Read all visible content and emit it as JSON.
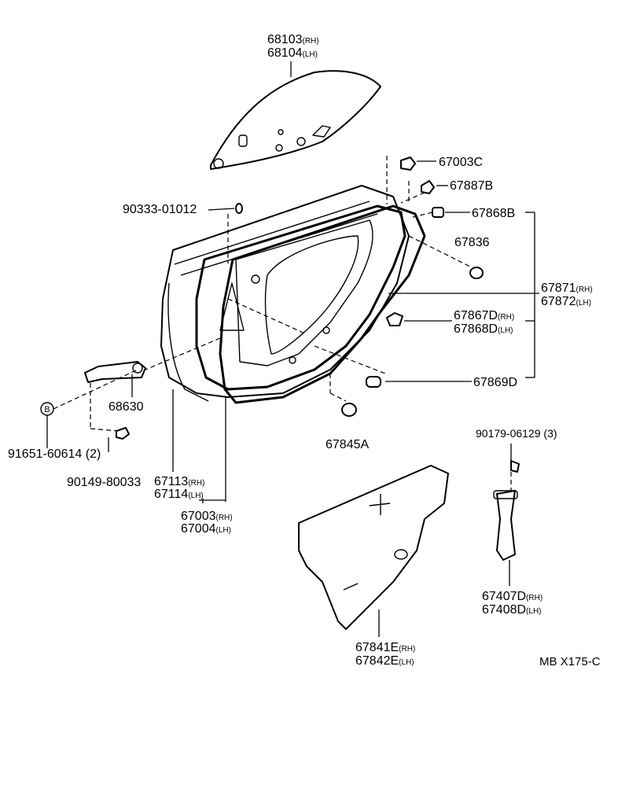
{
  "parts": [
    {
      "id": "68103",
      "suffix": "(RH)"
    },
    {
      "id": "68104",
      "suffix": "(LH)"
    },
    {
      "id": "67003C",
      "suffix": ""
    },
    {
      "id": "67887B",
      "suffix": ""
    },
    {
      "id": "90333-01012",
      "suffix": ""
    },
    {
      "id": "67868B",
      "suffix": ""
    },
    {
      "id": "67836",
      "suffix": ""
    },
    {
      "id": "67871",
      "suffix": "(RH)"
    },
    {
      "id": "67872",
      "suffix": "(LH)"
    },
    {
      "id": "67867D",
      "suffix": "(RH)"
    },
    {
      "id": "67868D",
      "suffix": "(LH)"
    },
    {
      "id": "67869D",
      "suffix": ""
    },
    {
      "id": "68630",
      "suffix": ""
    },
    {
      "id": "91651-60614 (2)",
      "suffix": ""
    },
    {
      "id": "90149-80033",
      "suffix": ""
    },
    {
      "id": "67845A",
      "suffix": ""
    },
    {
      "id": "67113",
      "suffix": "(RH)"
    },
    {
      "id": "67114",
      "suffix": "(LH)"
    },
    {
      "id": "67003",
      "suffix": "(RH)"
    },
    {
      "id": "67004",
      "suffix": "(LH)"
    },
    {
      "id": "90179-06129 (3)",
      "suffix": ""
    },
    {
      "id": "67407D",
      "suffix": "(RH)"
    },
    {
      "id": "67408D",
      "suffix": "(LH)"
    },
    {
      "id": "67841E",
      "suffix": "(RH)"
    },
    {
      "id": "67842E",
      "suffix": "(LH)"
    }
  ],
  "callout_b": "B",
  "diagram_code": "MB X175-C"
}
